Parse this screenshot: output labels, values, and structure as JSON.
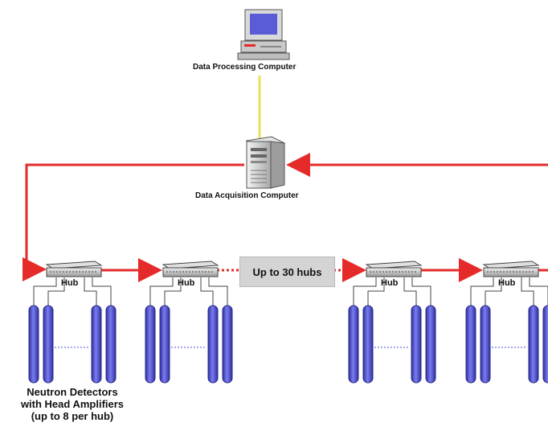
{
  "labels": {
    "data_processing_computer": "Data Processing Computer",
    "data_acquisition_computer": "Data Acquisition Computer",
    "hub_count": "Up to 30 hubs",
    "detectors_line1": "Neutron Detectors",
    "detectors_line2": "with Head Amplifiers",
    "detectors_line3": "(up to 8 per hub)"
  },
  "hubs": [
    {
      "label": "Hub"
    },
    {
      "label": "Hub"
    },
    {
      "label": "Hub"
    },
    {
      "label": "Hub"
    }
  ],
  "colors": {
    "network_line": "#e52a2a",
    "computer_link": "#e8e05a",
    "detector_tube": "#4b4fd6",
    "detector_tube_dark": "#2f2f9e",
    "hub_box": "#cfcfcf",
    "label_box": "#d4d4d4"
  },
  "icons": {
    "processing_computer": "desktop-computer-icon",
    "acquisition_computer": "server-tower-icon",
    "hub": "network-hub-icon",
    "detector": "neutron-detector-tube-icon"
  }
}
